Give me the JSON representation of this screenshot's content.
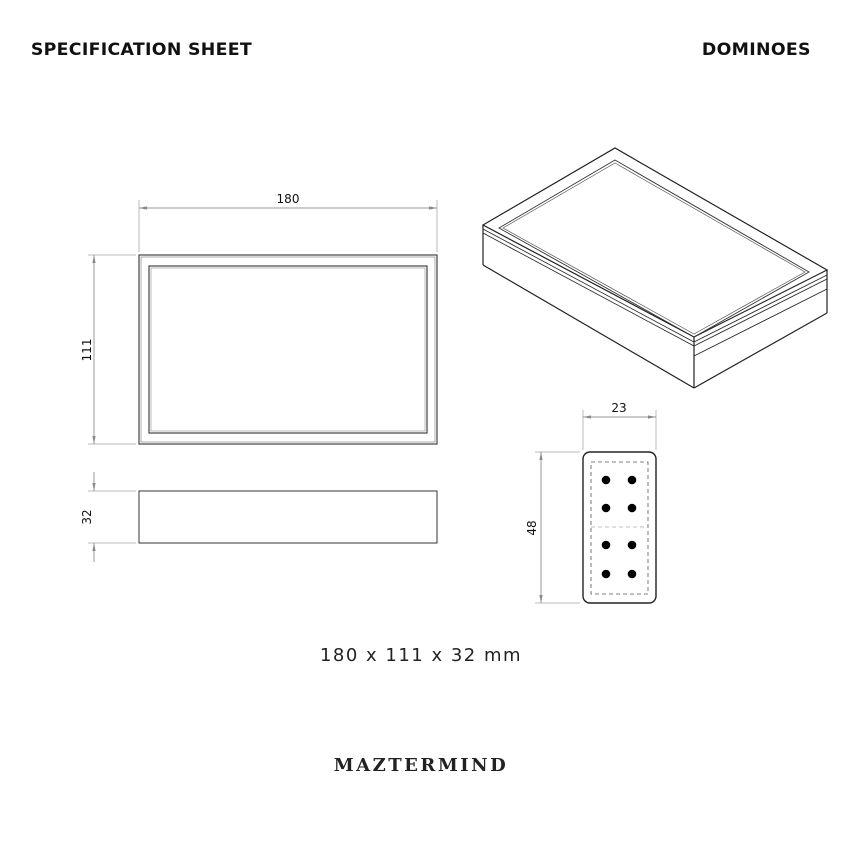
{
  "header": {
    "title": "SPECIFICATION SHEET",
    "product": "DOMINOES"
  },
  "drawings": {
    "top_view": {
      "width_label": "180",
      "height_label": "111"
    },
    "side_view": {
      "height_label": "32"
    },
    "domino": {
      "width_label": "23",
      "height_label": "48",
      "pips_per_half": 4
    }
  },
  "dimensions_summary": "180 x 111 x 32 mm",
  "brand": "MAZTERMIND",
  "colors": {
    "line": "#333333",
    "dim_line": "#999999",
    "text": "#111111"
  }
}
